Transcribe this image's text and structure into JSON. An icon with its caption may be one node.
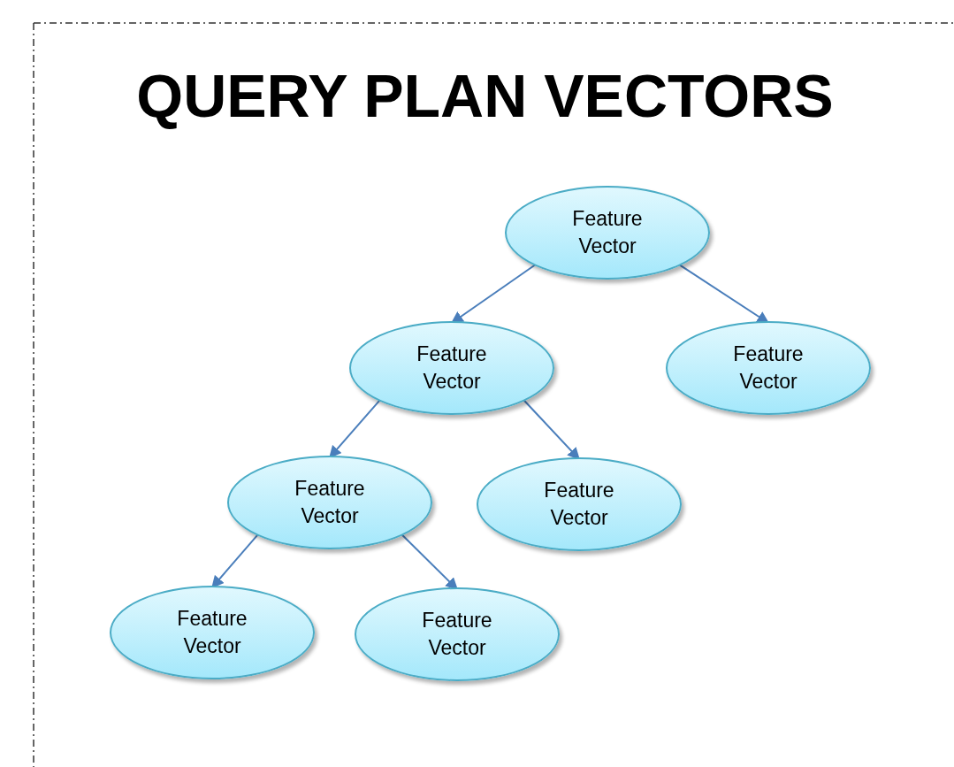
{
  "diagram": {
    "title": "QUERY PLAN VECTORS",
    "nodes": [
      {
        "text": [
          "Feature Vector"
        ]
      },
      {
        "text": [
          "Feature Vector"
        ]
      },
      {
        "text": [
          "Feature Vector"
        ]
      },
      {
        "text": [
          "Feature Vector"
        ]
      },
      {
        "text": [
          "Feature Vector"
        ]
      },
      {
        "text": [
          "Feature Vector"
        ]
      },
      {
        "text": [
          "Feature Vector"
        ]
      }
    ],
    "edges": [
      {
        "from": 0,
        "to": 1,
        "arrow": "to"
      },
      {
        "from": 0,
        "to": 2,
        "arrow": "to"
      },
      {
        "from": 1,
        "to": 3,
        "arrow": "to"
      },
      {
        "from": 1,
        "to": 4,
        "arrow": "to"
      },
      {
        "from": 3,
        "to": 5,
        "arrow": "to"
      },
      {
        "from": 3,
        "to": 6,
        "arrow": "to"
      }
    ]
  }
}
